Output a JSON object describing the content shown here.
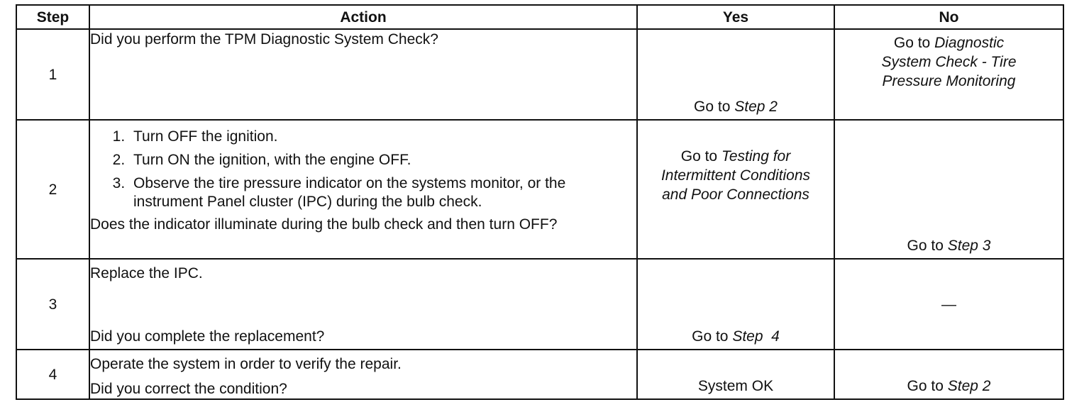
{
  "headers": {
    "step": "Step",
    "action": "Action",
    "yes": "Yes",
    "no": "No"
  },
  "rows": [
    {
      "step": "1",
      "action": "Did you perform the TPM Diagnostic System Check?",
      "yes": {
        "prefix": "Go to ",
        "link": "Step 2"
      },
      "no": {
        "prefix": "Go to ",
        "link_line1": "Diagnostic",
        "link_line2": "System Check - Tire",
        "link_line3": "Pressure Monitoring"
      }
    },
    {
      "step": "2",
      "substeps": [
        "Turn OFF the ignition.",
        "Turn ON the ignition, with the engine OFF.",
        "Observe the tire pressure indicator on the systems monitor, or the instrument Panel cluster (IPC) during the bulb check."
      ],
      "question": "Does the indicator illuminate during the bulb check and then turn OFF?",
      "yes": {
        "prefix": "Go to ",
        "link_line1": "Testing for",
        "link_line2": "Intermittent Conditions",
        "link_line3": "and Poor Connections"
      },
      "no": {
        "prefix": "Go to ",
        "link": "Step 3"
      }
    },
    {
      "step": "3",
      "action": "Replace the IPC.",
      "question": "Did you complete the replacement?",
      "yes": {
        "prefix": "Go to ",
        "link": "Step  4"
      },
      "no": {
        "text": "—"
      }
    },
    {
      "step": "4",
      "action": "Operate the system in order to verify the repair.",
      "question": "Did you correct the condition?",
      "yes": {
        "text": "System OK"
      },
      "no": {
        "prefix": "Go to ",
        "link": "Step 2"
      }
    }
  ]
}
